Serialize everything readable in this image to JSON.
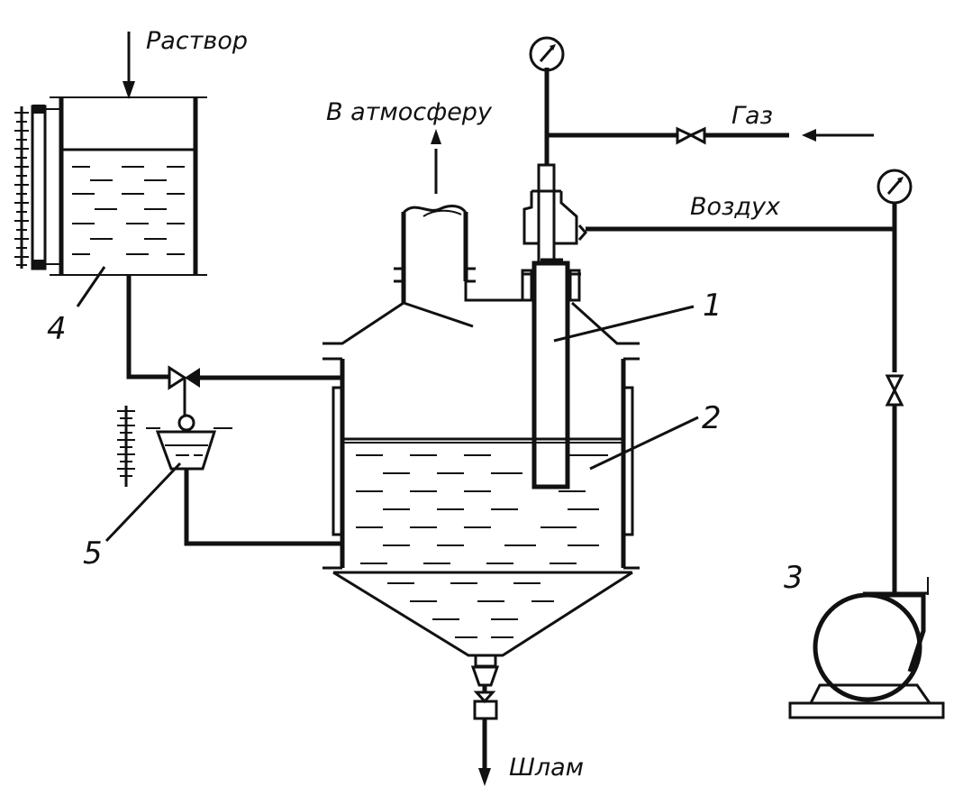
{
  "labels": {
    "solution_in": "Раствор",
    "to_atmosphere": "В атмосферу",
    "gas": "Газ",
    "air": "Воздух",
    "sludge": "Шлам",
    "item1": "1",
    "item2": "2",
    "item3": "3",
    "item4": "4",
    "item5": "5"
  },
  "colors": {
    "ink": "#111111",
    "paper": "#ffffff"
  }
}
